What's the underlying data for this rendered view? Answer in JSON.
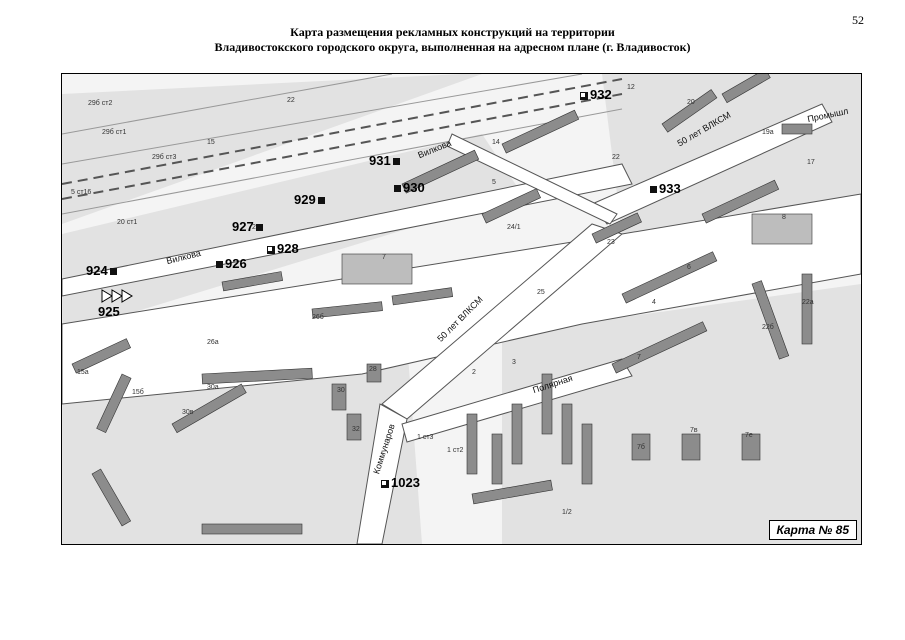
{
  "page_number": "52",
  "title_line1": "Карта размещения рекламных конструкций на территории",
  "title_line2": "Владивостокского городского округа, выполненная на адресном плане (г. Владивосток)",
  "map_label": "Карта № 85",
  "streets": {
    "vilkova_1": "Вилкова",
    "vilkova_2": "Вилкова",
    "vlksm_1": "50 лет ВЛКСМ",
    "vlksm_2": "50 лет ВЛКСМ",
    "polyarnaya": "Полярная",
    "kommunarov": "Коммунаров",
    "promyshl": "Промышл"
  },
  "markers": {
    "m924": "924",
    "m925": "925",
    "m926": "926",
    "m927": "927",
    "m928": "928",
    "m929": "929",
    "m930": "930",
    "m931": "931",
    "m932": "932",
    "m933": "933",
    "m1023": "1023"
  },
  "colors": {
    "road_fill": "#ffffff",
    "block_fill": "#d9d9d9",
    "building_fill": "#8c8c8c"
  }
}
